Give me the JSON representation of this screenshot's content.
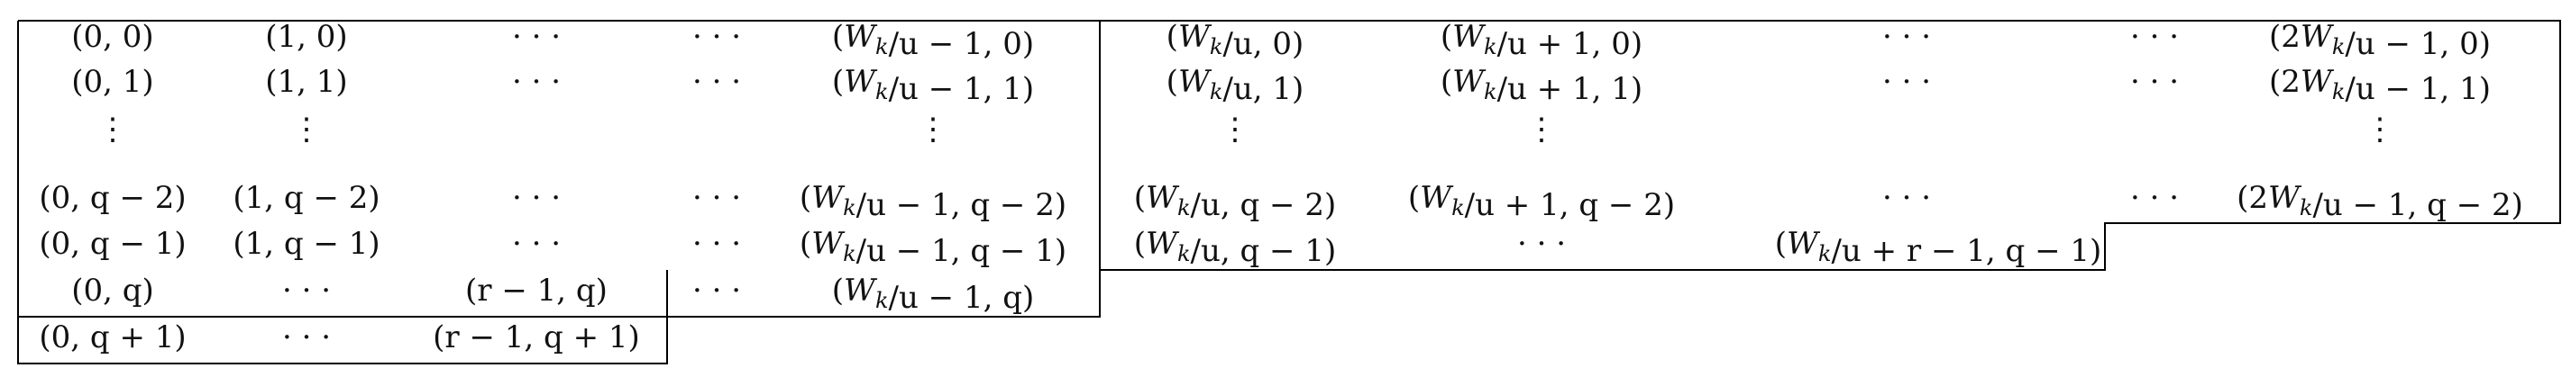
{
  "table": {
    "rows": [
      [
        "(0, 0)",
        "(1, 0)",
        "· · ·",
        "· · ·",
        "(W_k/u − 1, 0)",
        "(W_k/u, 0)",
        "(W_k/u + 1, 0)",
        "· · ·",
        "· · ·",
        "(2W_k/u − 1, 0)"
      ],
      [
        "(0, 1)",
        "(1, 1)",
        "· · ·",
        "· · ·",
        "(W_k/u − 1, 1)",
        "(W_k/u, 1)",
        "(W_k/u + 1, 1)",
        "· · ·",
        "· · ·",
        "(2W_k/u − 1, 1)"
      ],
      [
        "⋮",
        "⋮",
        "",
        "",
        "⋮",
        "⋮",
        "⋮",
        "",
        "",
        "⋮"
      ],
      [
        "(0, q − 2)",
        "(1, q − 2)",
        "· · ·",
        "· · ·",
        "(W_k/u − 1, q − 2)",
        "(W_k/u, q − 2)",
        "(W_k/u + 1, q − 2)",
        "· · ·",
        "· · ·",
        "(2W_k/u − 1, q − 2)"
      ],
      [
        "(0, q − 1)",
        "(1, q − 1)",
        "· · ·",
        "· · ·",
        "(W_k/u − 1, q − 1)",
        "(W_k/u, q − 1)",
        "· · ·",
        "(W_k/u + r − 1, q − 1)",
        "",
        ""
      ],
      [
        "(0, q)",
        "· · ·",
        "(r − 1, q)",
        "· · ·",
        "(W_k/u − 1, q)",
        "",
        "",
        "",
        "",
        ""
      ],
      [
        "(0, q + 1)",
        "· · ·",
        "(r − 1, q + 1)",
        "",
        "",
        "",
        "",
        "",
        "",
        ""
      ]
    ]
  }
}
